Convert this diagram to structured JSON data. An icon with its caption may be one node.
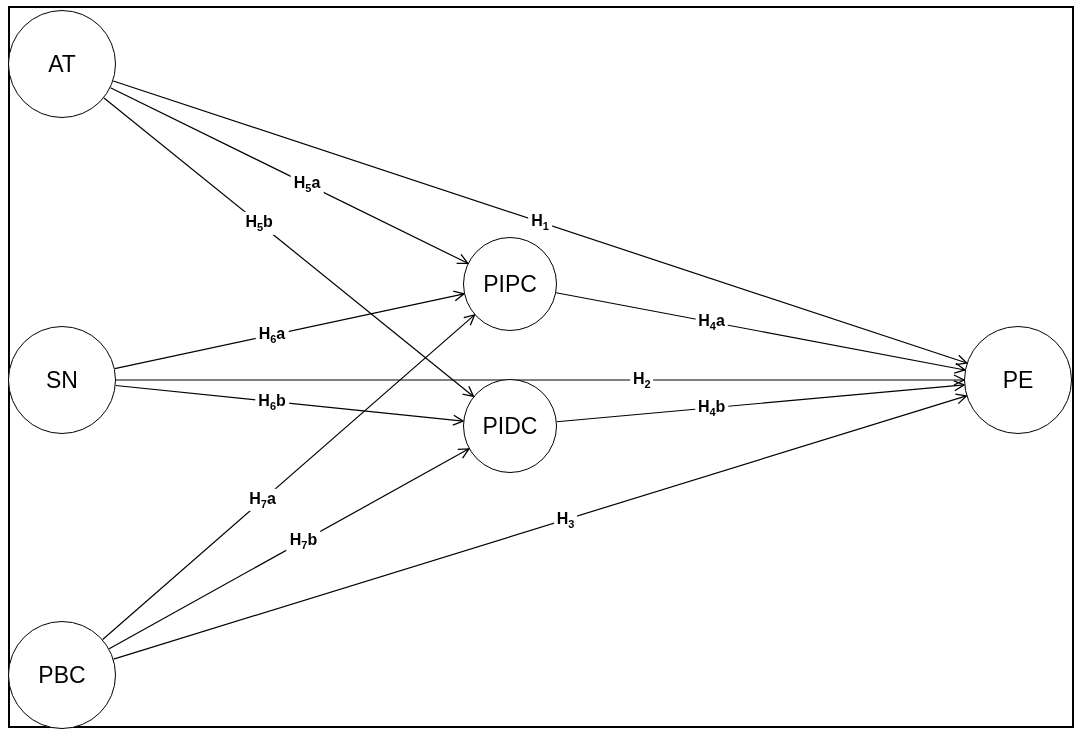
{
  "diagram": {
    "nodes": [
      {
        "text": [
          "AT"
        ]
      },
      {
        "text": [
          "SN"
        ]
      },
      {
        "text": [
          "PBC"
        ]
      },
      {
        "text": [
          "PIPC"
        ]
      },
      {
        "text": [
          "PIDC"
        ]
      },
      {
        "text": [
          "PE"
        ]
      }
    ],
    "edges": [
      {
        "from": 0,
        "to": 5,
        "arrow": "to",
        "label": "H$_{1}$"
      },
      {
        "from": 0,
        "to": 3,
        "arrow": "to",
        "label": "H$_{5}$a"
      },
      {
        "from": 0,
        "to": 4,
        "arrow": "to",
        "label": "H$_{5}$b"
      },
      {
        "from": 1,
        "to": 3,
        "arrow": "to",
        "label": "H$_{6}$a"
      },
      {
        "from": 1,
        "to": 5,
        "arrow": "to",
        "label": "H$_{2}$"
      },
      {
        "from": 1,
        "to": 4,
        "arrow": "to",
        "label": "H$_{6}$b"
      },
      {
        "from": 2,
        "to": 3,
        "arrow": "to",
        "label": "H$_{7}$a"
      },
      {
        "from": 2,
        "to": 4,
        "arrow": "to",
        "label": "H$_{7}$b"
      },
      {
        "from": 2,
        "to": 5,
        "arrow": "to",
        "label": "H$_{3}$"
      },
      {
        "from": 3,
        "to": 5,
        "arrow": "to",
        "label": "H$_{4}$a"
      },
      {
        "from": 4,
        "to": 5,
        "arrow": "to",
        "label": "H$_{4}$b"
      }
    ]
  }
}
